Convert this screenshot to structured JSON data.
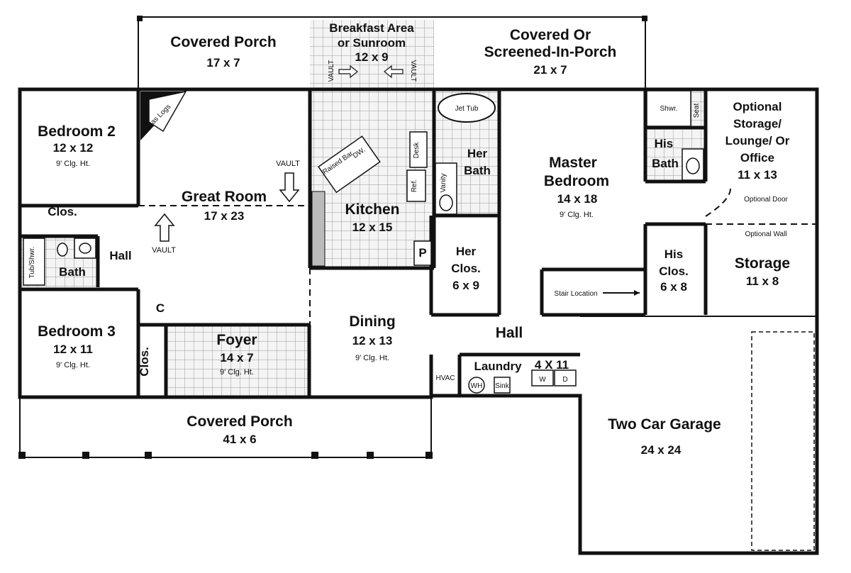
{
  "rooms": {
    "covered_porch_rear": {
      "name": "Covered Porch",
      "size": "17 x 7"
    },
    "breakfast": {
      "line1": "Breakfast Area",
      "line2": "or Sunroom",
      "size": "12 x 9"
    },
    "screened_porch": {
      "line1": "Covered Or",
      "line2": "Screened-In-Porch",
      "size": "21 x 7"
    },
    "bedroom2": {
      "name": "Bedroom 2",
      "size": "12 x 12",
      "ceiling": "9' Clg. Ht."
    },
    "great_room": {
      "name": "Great Room",
      "size": "17 x 23"
    },
    "kitchen": {
      "name": "Kitchen",
      "size": "12 x 15"
    },
    "her_bath": {
      "line1": "Her",
      "line2": "Bath"
    },
    "master_bedroom": {
      "line1": "Master",
      "line2": "Bedroom",
      "size": "14 x 18",
      "ceiling": "9' Clg. Ht."
    },
    "his_bath": {
      "line1": "His",
      "line2": "Bath"
    },
    "optional_storage": {
      "line1": "Optional",
      "line2": "Storage/",
      "line3": "Lounge/ Or",
      "line4": "Office",
      "size": "11 x 13"
    },
    "clos_bed2": {
      "name": "Clos."
    },
    "bath": {
      "name": "Bath"
    },
    "hall_left": {
      "name": "Hall"
    },
    "her_clos": {
      "line1": "Her",
      "line2": "Clos.",
      "size": "6 x 9"
    },
    "his_clos": {
      "line1": "His",
      "line2": "Clos.",
      "size": "6 x 8"
    },
    "storage": {
      "name": "Storage",
      "size": "11 x 8"
    },
    "bedroom3": {
      "name": "Bedroom 3",
      "size": "12 x 11",
      "ceiling": "9' Clg. Ht."
    },
    "foyer": {
      "name": "Foyer",
      "size": "14 x 7",
      "ceiling": "9' Clg. Ht."
    },
    "dining": {
      "name": "Dining",
      "size": "12 x 13",
      "ceiling": "9' Clg. Ht."
    },
    "hall_center": {
      "name": "Hall"
    },
    "laundry": {
      "name": "Laundry",
      "size": "4 X 11"
    },
    "covered_porch_front": {
      "name": "Covered Porch",
      "size": "41 x 6"
    },
    "garage": {
      "name": "Two Car Garage",
      "size": "24 x 24"
    },
    "clos_bed3": {
      "name": "Clos."
    }
  },
  "annotations": {
    "vault_top": "VAULT",
    "vault_left": "VAULT",
    "vault_breakfast_left": "VAULT",
    "vault_breakfast_right": "VAULT",
    "gas_logs": "Gas Logs",
    "jet_tub": "Jet Tub",
    "shower": "Shwr.",
    "seat": "Seat",
    "tub_shower": "Tub/Shwr.",
    "desk": "Desk",
    "ref": "Ref.",
    "vanity": "Vanity",
    "pantry": "P",
    "coat_closet": "C",
    "raised_bar": "Raised Bar",
    "dw": "DW.",
    "optional_door": "Optional Door",
    "optional_wall": "Optional Wall",
    "stair_location": "Stair Location",
    "hvac": "HVAC",
    "wh": "WH",
    "sink": "Sink",
    "washer": "W",
    "dryer": "D"
  }
}
